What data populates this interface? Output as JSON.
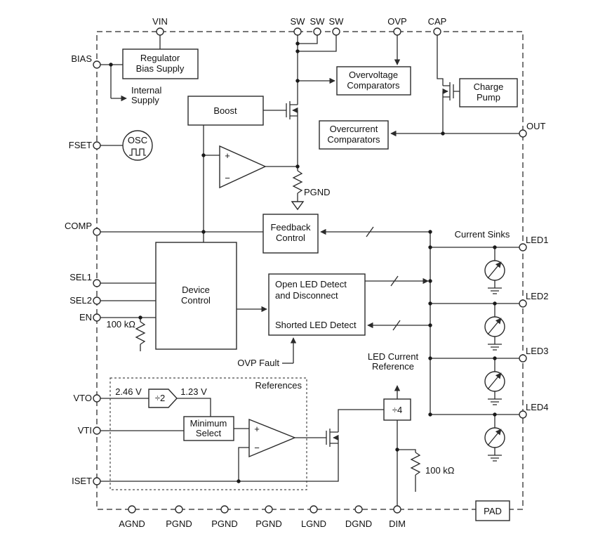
{
  "pins": {
    "vin": "VIN",
    "sw": "SW",
    "ovp": "OVP",
    "cap": "CAP",
    "bias": "BIAS",
    "fset": "FSET",
    "comp": "COMP",
    "sel1": "SEL1",
    "sel2": "SEL2",
    "en": "EN",
    "vto": "VTO",
    "vti": "VTI",
    "iset": "ISET",
    "out": "OUT",
    "led1": "LED1",
    "led2": "LED2",
    "led3": "LED3",
    "led4": "LED4",
    "agnd": "AGND",
    "pgnd": "PGND",
    "lgnd": "LGND",
    "dgnd": "DGND",
    "dim": "DIM",
    "pad": "PAD"
  },
  "blocks": {
    "regulator_line1": "Regulator",
    "regulator_line2": "Bias Supply",
    "internal_line1": "Internal",
    "internal_line2": "Supply",
    "boost": "Boost",
    "osc": "OSC",
    "overvoltage_line1": "Overvoltage",
    "overvoltage_line2": "Comparators",
    "charge_pump_line1": "Charge",
    "charge_pump_line2": "Pump",
    "overcurrent_line1": "Overcurrent",
    "overcurrent_line2": "Comparators",
    "feedback_line1": "Feedback",
    "feedback_line2": "Control",
    "device_line1": "Device",
    "device_line2": "Control",
    "open_led_line1": "Open LED Detect",
    "open_led_line2": "and Disconnect",
    "shorted_led": "Shorted LED Detect",
    "minimum_select_line1": "Minimum",
    "minimum_select_line2": "Select",
    "div2": "÷2",
    "div4": "÷4"
  },
  "labels": {
    "ovp_fault": "OVP Fault",
    "references": "References",
    "v_2_46": "2.46 V",
    "v_1_23": "1.23 V",
    "led_ref_line1": "LED Current",
    "led_ref_line2": "Reference",
    "current_sinks": "Current Sinks",
    "r_en": "100 kΩ",
    "r_dim": "100 kΩ",
    "pgnd_node": "PGND",
    "opamp_plus": "+",
    "opamp_minus": "−"
  },
  "colors": {
    "line": "#2b2b2b",
    "background": "#ffffff"
  }
}
